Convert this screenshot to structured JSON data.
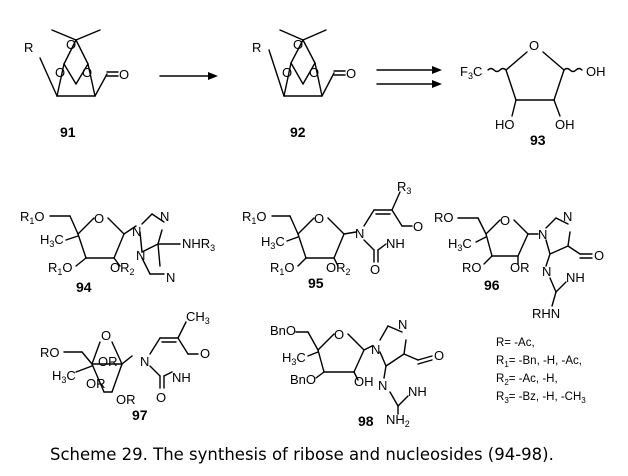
{
  "labels": {
    "cmp91": "91",
    "cmp92": "92",
    "cmp93": "93",
    "cmp94": "94",
    "cmp95": "95",
    "cmp96": "96",
    "cmp97": "97",
    "cmp98": "98",
    "R": "R",
    "O": "O",
    "OH": "OH",
    "HO": "HO",
    "F3C": "F3C",
    "R1O": "R1O",
    "H3C": "H3C",
    "OR2": "OR2",
    "NHR3": "NHR3",
    "N": "N",
    "NH": "NH",
    "R3": "R3",
    "RO": "RO",
    "OR": "OR",
    "RHN": "RHN",
    "CH3": "CH3",
    "BnO": "BnO",
    "NH2": "NH2"
  },
  "legend": {
    "r": "R= -Ac,",
    "r1": "R1= -Bn, -H, -Ac,",
    "r2": "R2= -Ac, -H,",
    "r3": "R3= -Bz, -H, -CH3"
  },
  "caption": "Scheme 29. The synthesis of ribose and nucleosides (94-98)."
}
